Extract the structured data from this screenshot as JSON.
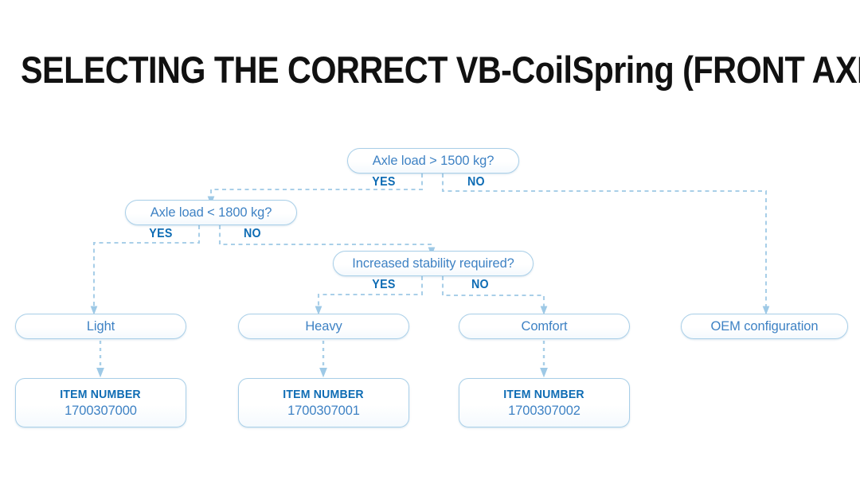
{
  "title": "SELECTING THE CORRECT VB-CoilSpring (FRONT AXLE)",
  "colors": {
    "title_text": "#111111",
    "node_border": "#a9cfe8",
    "node_text": "#3e82c4",
    "branch_text": "#0e6cb4",
    "edge": "#a9cfe8",
    "background": "#ffffff"
  },
  "labels": {
    "yes": "YES",
    "no": "NO",
    "item_number": "ITEM NUMBER"
  },
  "decisions": [
    {
      "id": "d1",
      "text": "Axle load > 1500 kg?",
      "yes": "YES",
      "no": "NO"
    },
    {
      "id": "d2",
      "text": "Axle load < 1800 kg?",
      "yes": "YES",
      "no": "NO"
    },
    {
      "id": "d3",
      "text": "Increased stability required?",
      "yes": "YES",
      "no": "NO"
    }
  ],
  "results": [
    {
      "id": "r1",
      "text": "Light"
    },
    {
      "id": "r2",
      "text": "Heavy"
    },
    {
      "id": "r3",
      "text": "Comfort"
    },
    {
      "id": "r4",
      "text": "OEM configuration"
    }
  ],
  "items": [
    {
      "id": "i1",
      "title": "ITEM NUMBER",
      "value": "1700307000"
    },
    {
      "id": "i2",
      "title": "ITEM NUMBER",
      "value": "1700307001"
    },
    {
      "id": "i3",
      "title": "ITEM NUMBER",
      "value": "1700307002"
    }
  ],
  "chart_data": {
    "type": "diagram",
    "title": "SELECTING THE CORRECT VB-CoilSpring (FRONT AXLE)",
    "nodes": [
      {
        "id": "d1",
        "kind": "decision",
        "label": "Axle load > 1500 kg?"
      },
      {
        "id": "d2",
        "kind": "decision",
        "label": "Axle load < 1800 kg?"
      },
      {
        "id": "d3",
        "kind": "decision",
        "label": "Increased stability required?"
      },
      {
        "id": "r1",
        "kind": "result",
        "label": "Light"
      },
      {
        "id": "r2",
        "kind": "result",
        "label": "Heavy"
      },
      {
        "id": "r3",
        "kind": "result",
        "label": "Comfort"
      },
      {
        "id": "r4",
        "kind": "result",
        "label": "OEM configuration"
      },
      {
        "id": "i1",
        "kind": "item",
        "label": "1700307000"
      },
      {
        "id": "i2",
        "kind": "item",
        "label": "1700307001"
      },
      {
        "id": "i3",
        "kind": "item",
        "label": "1700307002"
      }
    ],
    "edges": [
      {
        "from": "d1",
        "to": "d2",
        "label": "YES"
      },
      {
        "from": "d1",
        "to": "r4",
        "label": "NO"
      },
      {
        "from": "d2",
        "to": "r1",
        "label": "YES"
      },
      {
        "from": "d2",
        "to": "d3",
        "label": "NO"
      },
      {
        "from": "d3",
        "to": "r2",
        "label": "YES"
      },
      {
        "from": "d3",
        "to": "r3",
        "label": "NO"
      },
      {
        "from": "r1",
        "to": "i1",
        "label": ""
      },
      {
        "from": "r2",
        "to": "i2",
        "label": ""
      },
      {
        "from": "r3",
        "to": "i3",
        "label": ""
      }
    ]
  }
}
